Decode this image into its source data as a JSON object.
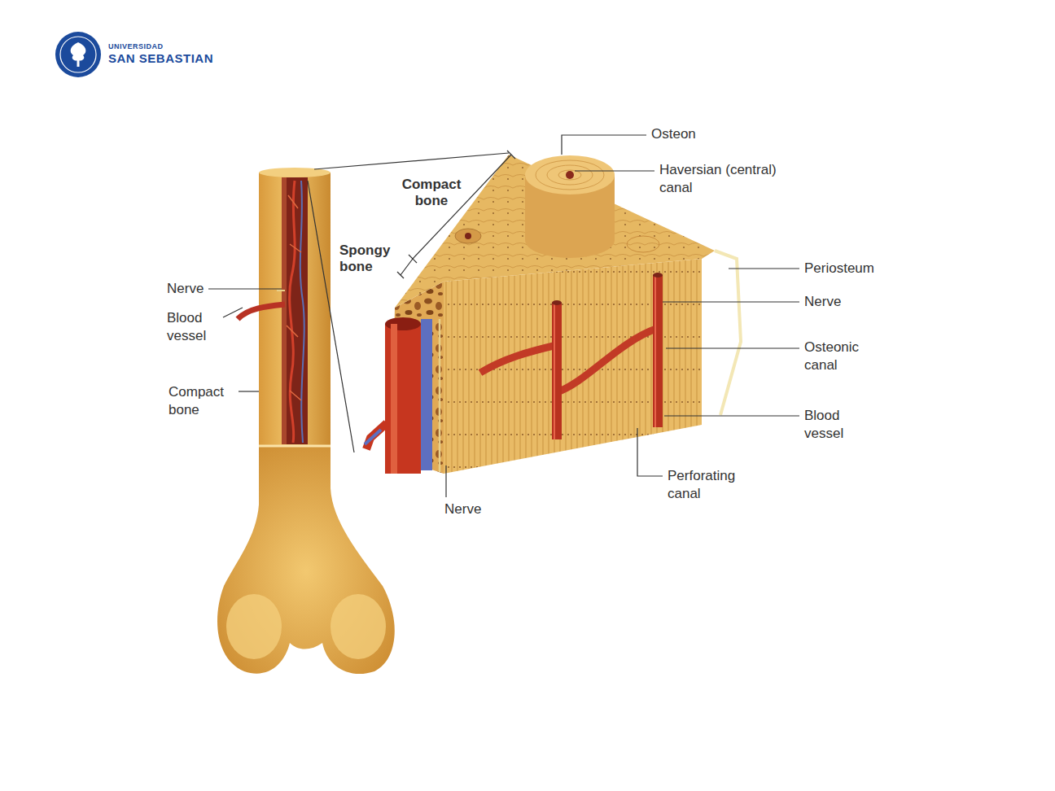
{
  "diagram": {
    "labels": [
      "UNIVERSIDAD",
      "SAN SEBASTIAN",
      "Nerve",
      "Blood vessel",
      "Compact bone",
      "Compact bone",
      "Spongy bone",
      "Osteon",
      "Haversian (central) canal",
      "Periosteum",
      "Nerve",
      "Osteonic canal",
      "Blood vessel",
      "Perforating canal",
      "Nerve"
    ]
  }
}
